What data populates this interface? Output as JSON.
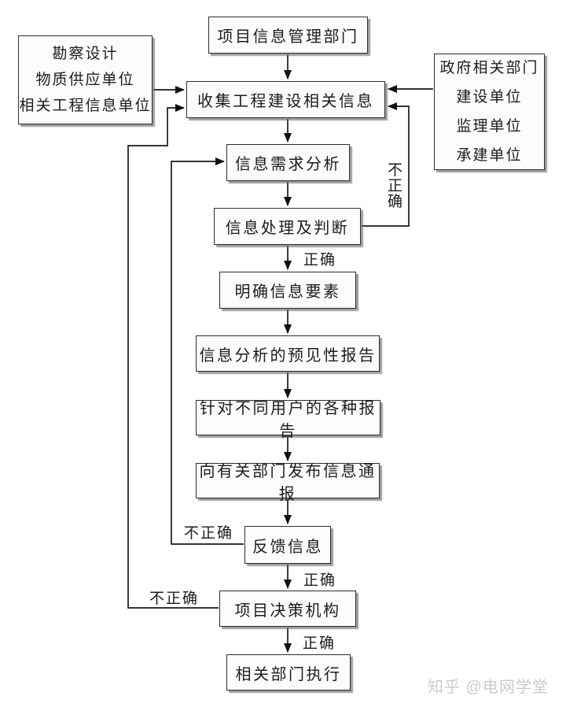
{
  "diagram": {
    "nodes": {
      "project_info_dept": "项目信息管理部门",
      "collect_info": "收集工程建设相关信息",
      "left_sources": [
        "勘察设计",
        "物质供应单位",
        "相关工程信息单位"
      ],
      "right_sources": [
        "政府相关部门",
        "建设单位",
        "监理单位",
        "承建单位"
      ],
      "demand_analysis": "信息需求分析",
      "process_judge": "信息处理及判断",
      "clarify_elements": "明确信息要素",
      "predictive_report": "信息分析的预见性报告",
      "user_reports": "针对不同用户的各种报告",
      "publish_bulletin": "向有关部门发布信息通报",
      "feedback": "反馈信息",
      "decision_body": "项目决策机构",
      "execute": "相关部门执行"
    },
    "edge_labels": {
      "correct": "正确",
      "incorrect": "不正确"
    },
    "colors": {
      "ink": "#1c1c1c",
      "box_background": "#fcfcfc",
      "watermark": "#cbcbcb"
    },
    "watermark": "知乎 @电网学堂"
  }
}
